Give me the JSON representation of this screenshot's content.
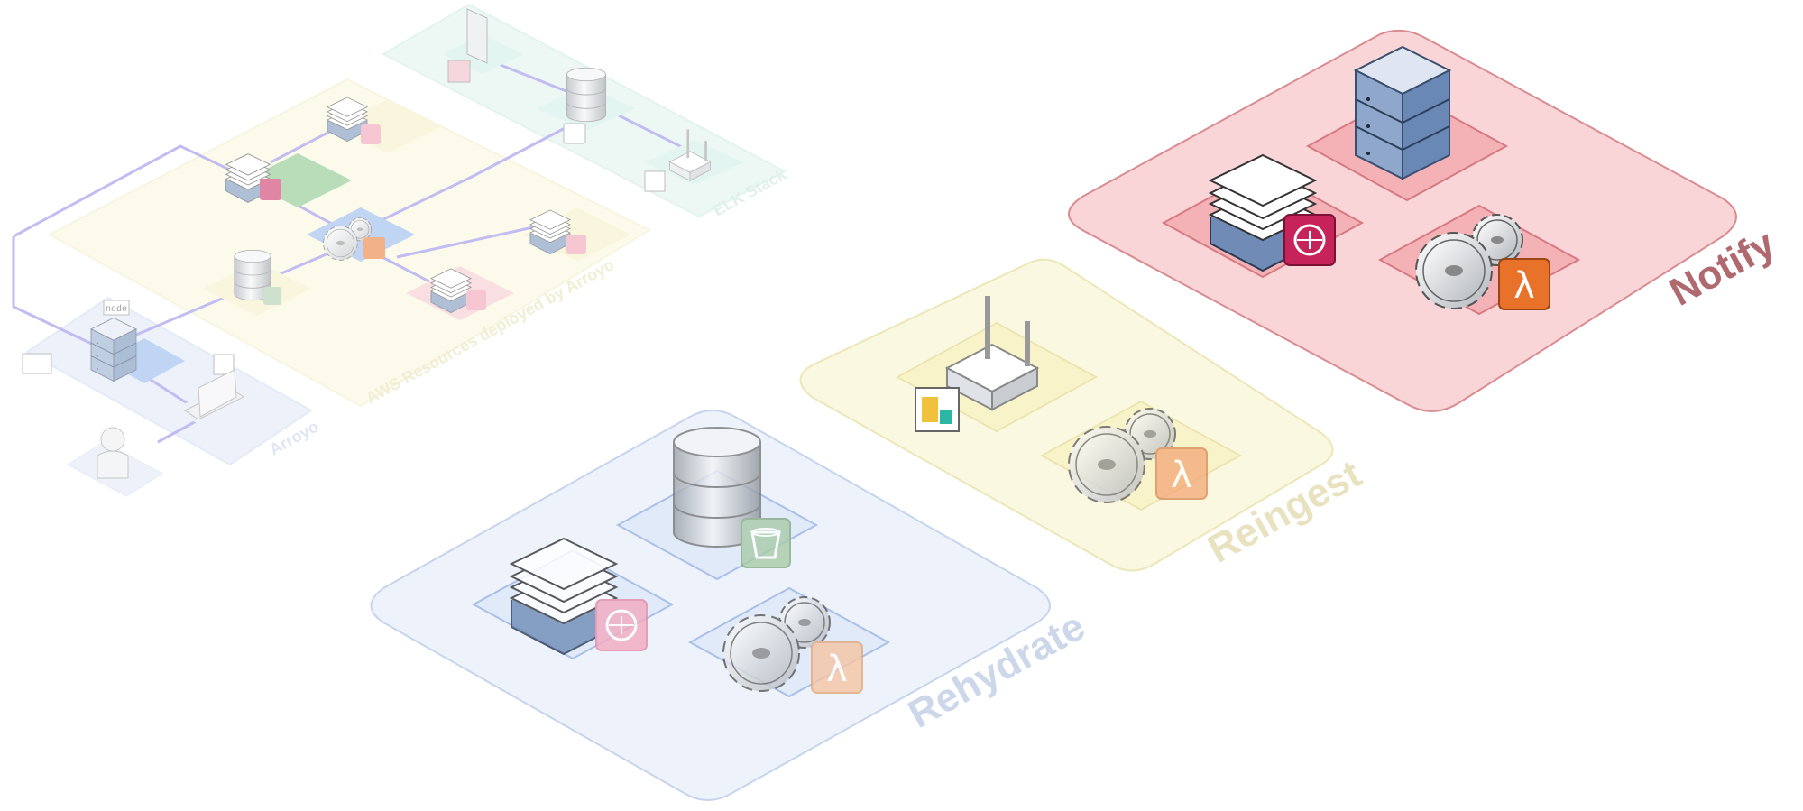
{
  "groups": {
    "notify": {
      "label": "Notify",
      "fill": "#f9d5d7",
      "stroke": "#d98c92",
      "label_color": "#b06a6f"
    },
    "reingest": {
      "label": "Reingest",
      "fill": "#fbf8e2",
      "stroke": "#ece6b8",
      "label_color": "#e8e2c0"
    },
    "rehydrate": {
      "label": "Rehydrate",
      "fill": "#eef3fb",
      "stroke": "#c6d4ee",
      "label_color": "#ccd8ea"
    },
    "aws_resources": {
      "label": "AWS Resources deployed by Arroyo",
      "fill": "#fbfaea"
    },
    "elk_stack": {
      "label": "ELK Stack",
      "fill": "#eef9f6"
    },
    "arroyo": {
      "label": "Arroyo",
      "fill": "#eef3fb"
    }
  },
  "badges": {
    "node": "node",
    "lambda": "λ"
  },
  "icons": [
    "server-icon",
    "queue-icon",
    "sqs-icon",
    "gears-icon",
    "lambda-icon",
    "router-icon",
    "kibana-icon",
    "database-icon",
    "bucket-icon",
    "laptop-icon",
    "user-icon",
    "document-icon",
    "react-icon",
    "docker-icon"
  ],
  "colors": {
    "sqs_pink": "#c7235b",
    "lambda_orange": "#e8722a",
    "bucket_green": "#7aa87a",
    "server_blue": "#5b7bab",
    "connector_purple": "#b9b3ee"
  }
}
